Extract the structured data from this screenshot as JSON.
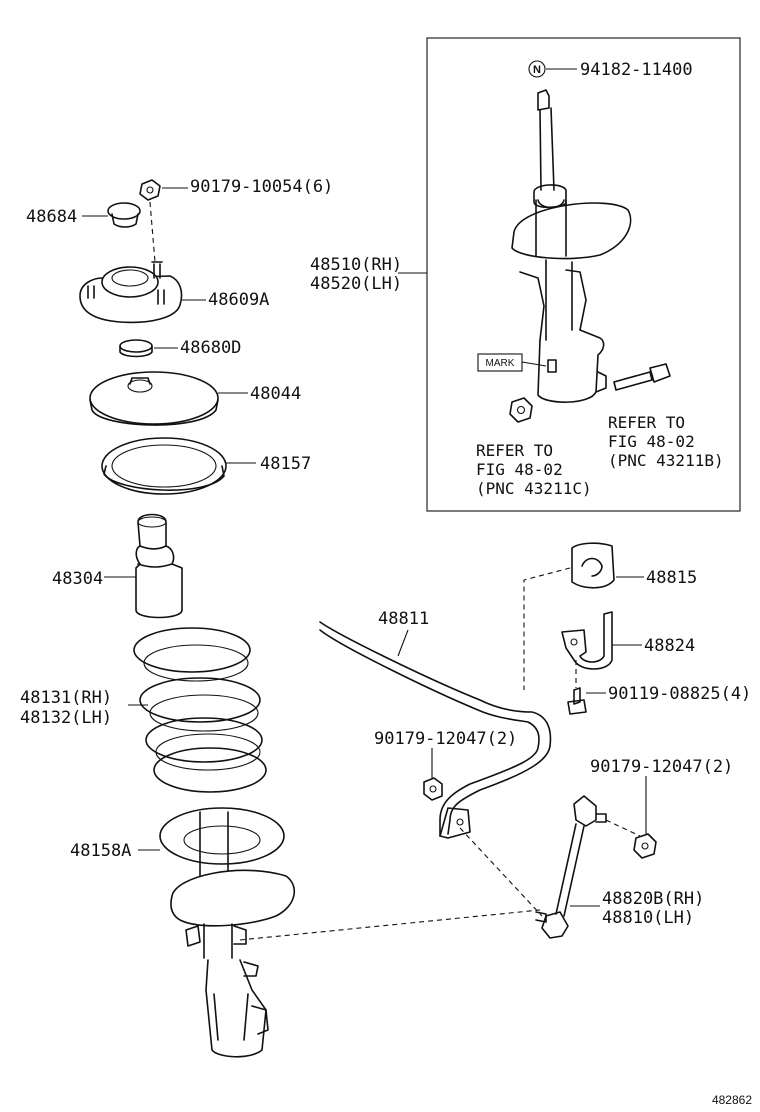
{
  "diagram_id": "482862",
  "inset": {
    "strut_rh": "48510(RH)",
    "strut_lh": "48520(LH)",
    "nut_symbol": "N",
    "nut_part": "94182-11400",
    "mark_label": "MARK",
    "ref_b": [
      "REFER TO",
      "FIG 48-02",
      "(PNC 43211B)"
    ],
    "ref_c": [
      "REFER TO",
      "FIG 48-02",
      "(PNC 43211C)"
    ]
  },
  "labels": {
    "p90179_10054": "90179-10054(6)",
    "p48684": "48684",
    "p48609a": "48609A",
    "p48680d": "48680D",
    "p48044": "48044",
    "p48157": "48157",
    "p48304": "48304",
    "p48131": "48131(RH)",
    "p48132": "48132(LH)",
    "p48158a": "48158A",
    "p48811": "48811",
    "p48815": "48815",
    "p48824": "48824",
    "p90119_08825": "90119-08825(4)",
    "p90179_12047_a": "90179-12047(2)",
    "p90179_12047_b": "90179-12047(2)",
    "p48820b": "48820B(RH)",
    "p48810": "48810(LH)"
  },
  "icons": [
    "nut-icon",
    "bolt-icon",
    "coil-spring-icon",
    "stabilizer-bar-icon",
    "strut-icon"
  ]
}
